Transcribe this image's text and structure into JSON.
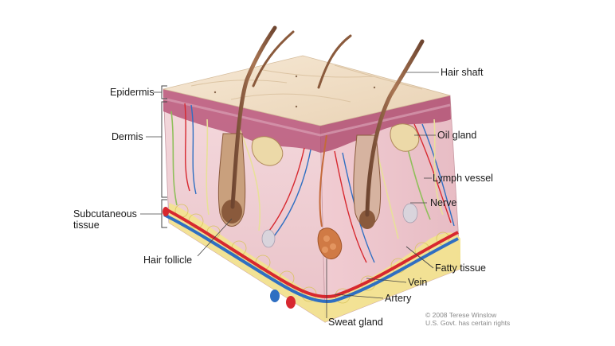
{
  "labels": {
    "epidermis": "Epidermis",
    "dermis": "Dermis",
    "subcutaneous_line1": "Subcutaneous",
    "subcutaneous_line2": "tissue",
    "hair_follicle": "Hair follicle",
    "hair_shaft": "Hair shaft",
    "oil_gland": "Oil gland",
    "lymph_vessel": "Lymph vessel",
    "nerve": "Nerve",
    "fatty_tissue": "Fatty tissue",
    "vein": "Vein",
    "artery": "Artery",
    "sweat_gland": "Sweat gland"
  },
  "credit": {
    "line1": "© 2008 Terese Winslow",
    "line2": "U.S. Govt. has certain rights"
  },
  "colors": {
    "skin_surface": "#efdcc4",
    "epidermis_band": "#b9577a",
    "dermis": "#f1d3d8",
    "fat": "#f3e48e",
    "artery": "#d7282f",
    "vein": "#2f6fc2",
    "hair": "#8a5a3c",
    "nerve": "#e8e09a",
    "lymph": "#8fbf5a"
  }
}
